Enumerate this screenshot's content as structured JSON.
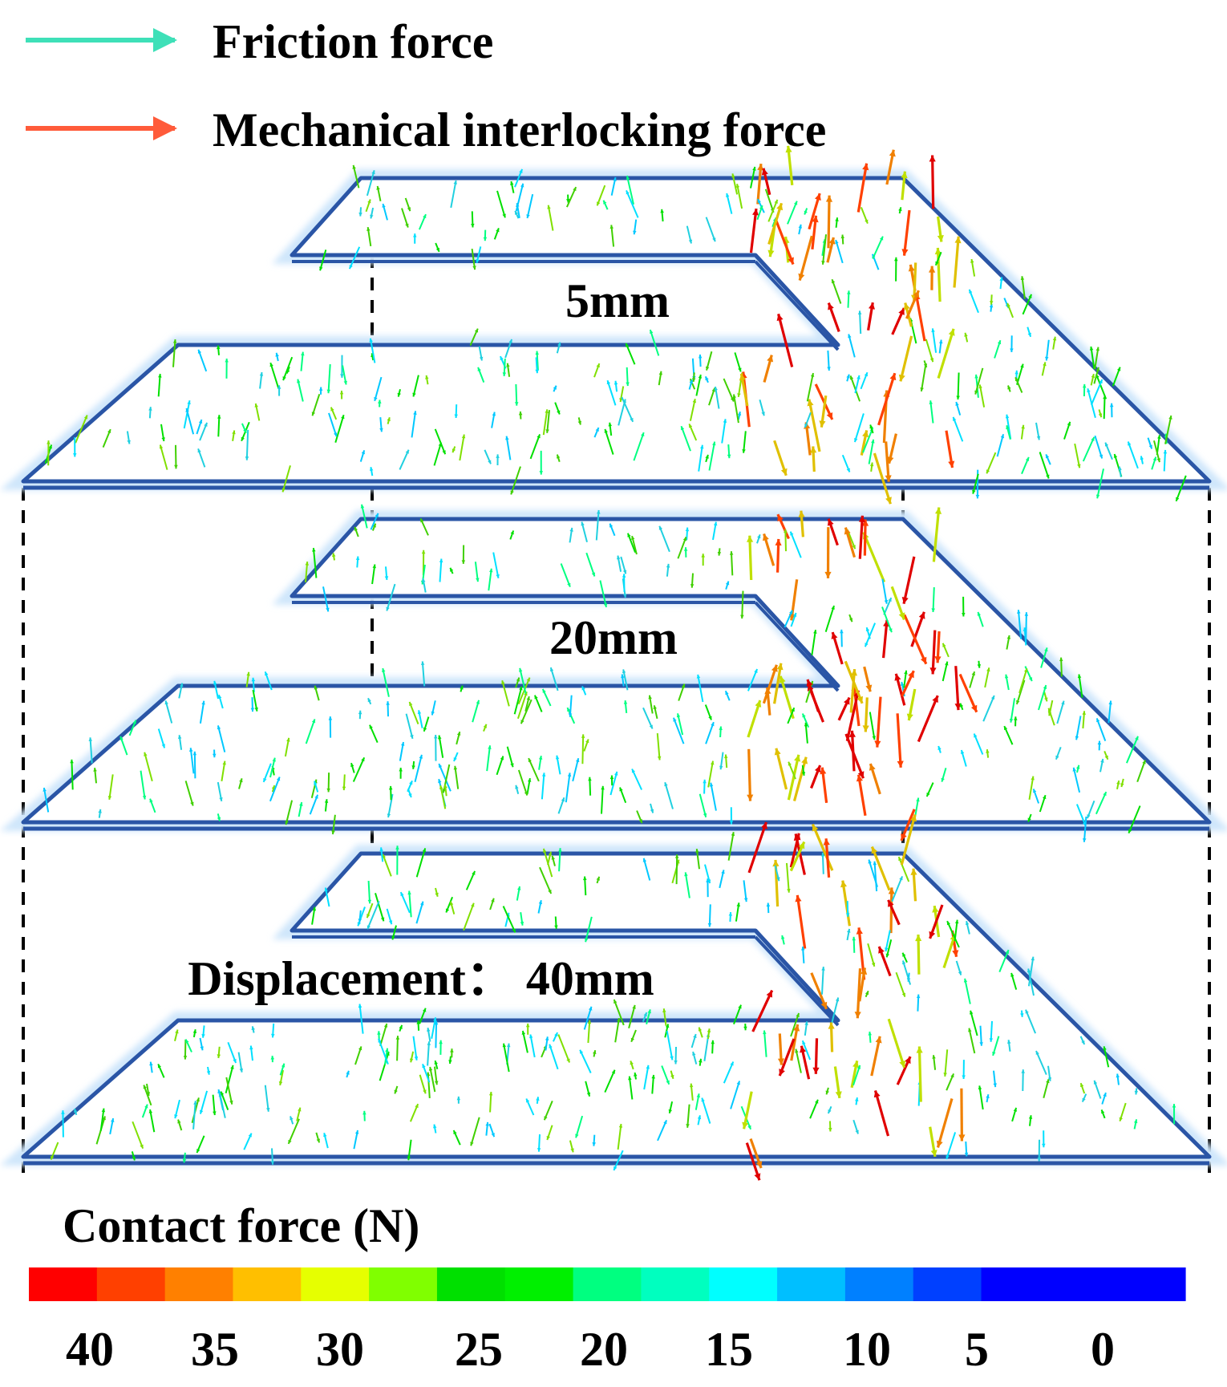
{
  "legend": {
    "friction_label": "Friction force",
    "interlock_label": "Mechanical interlocking force",
    "friction_color": "#3ee0b8",
    "interlock_color": "#ff5b3a"
  },
  "panels": [
    {
      "label": "5mm"
    },
    {
      "label": "20mm"
    },
    {
      "label": "Displacement： 40mm"
    }
  ],
  "colorbar": {
    "title": "Contact force (N)",
    "colors": [
      "#ff0000",
      "#ff4000",
      "#ff8000",
      "#ffbf00",
      "#e6ff00",
      "#80ff00",
      "#00e000",
      "#00f000",
      "#00ff80",
      "#00ffbf",
      "#00ffff",
      "#00bfff",
      "#0080ff",
      "#0040ff",
      "#0000ff",
      "#0000ff",
      "#0000ff"
    ],
    "tick_labels": [
      "40",
      "35",
      "30",
      "25",
      "20",
      "15",
      "10",
      "5",
      "0"
    ]
  },
  "colors": {
    "plate_edge": "#2a55a6",
    "plate_glow": "#cfe6fb",
    "dashed": "#000000"
  }
}
